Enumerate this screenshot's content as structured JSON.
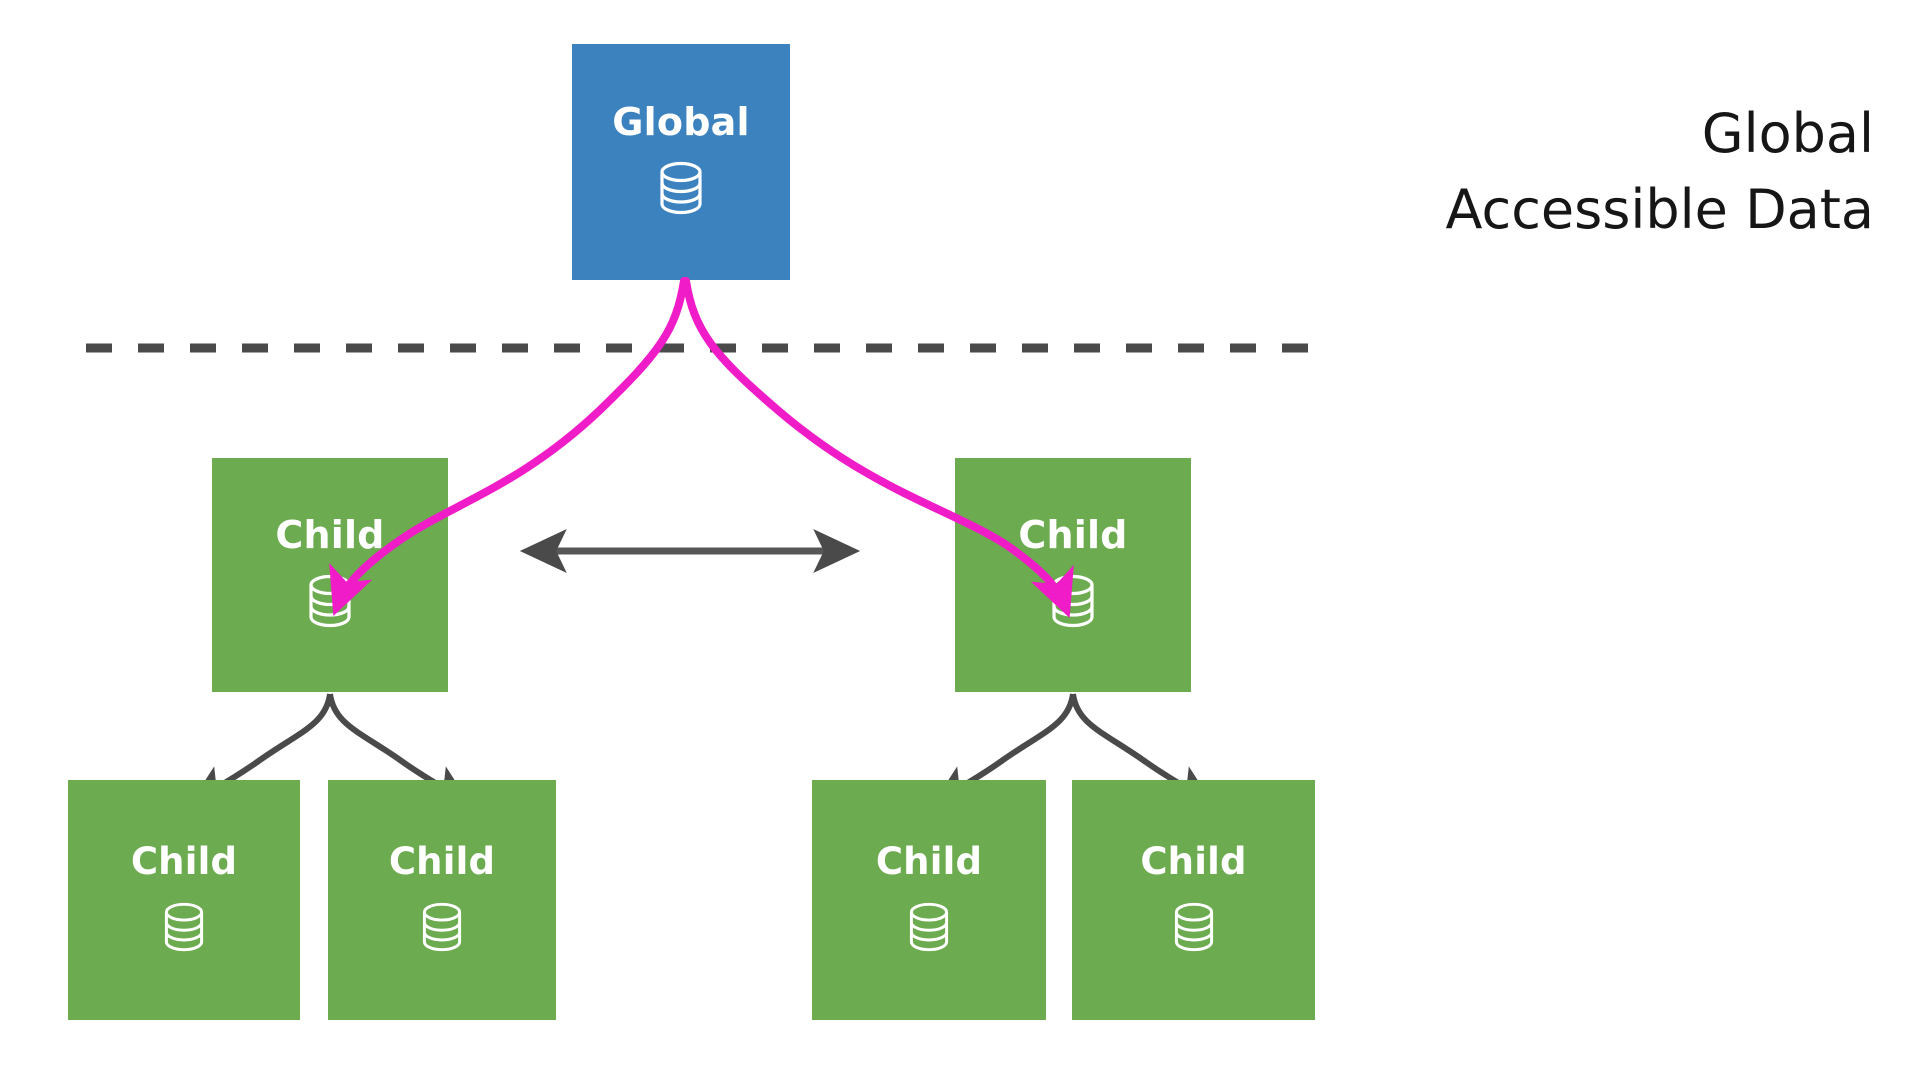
{
  "diagram": {
    "title": "Global Accessible Data hierarchy",
    "background_color": "#ffffff"
  },
  "colors": {
    "global_node": "#3c82bf",
    "child_node": "#6cab4f",
    "node_text": "#ffffff",
    "flow_arrow": "#f01cc8",
    "link_arrow": "#4a4a4a",
    "boundary_line": "#4a4a4a",
    "caption_text": "#161616"
  },
  "nodes": {
    "global": {
      "label": "Global",
      "icon": "database-icon"
    },
    "children_mid": [
      {
        "label": "Child",
        "icon": "database-icon"
      },
      {
        "label": "Child",
        "icon": "database-icon"
      }
    ],
    "children_leaf": [
      {
        "label": "Child",
        "icon": "database-icon"
      },
      {
        "label": "Child",
        "icon": "database-icon"
      },
      {
        "label": "Child",
        "icon": "database-icon"
      },
      {
        "label": "Child",
        "icon": "database-icon"
      }
    ]
  },
  "caption": {
    "line1": "Global",
    "line2": "Accessible Data",
    "text": "Global\nAccessible Data"
  },
  "connectors": {
    "boundary": {
      "name": "dashed-boundary-line",
      "style": "dashed"
    },
    "global_to_children": {
      "name": "global-data-flow-arrow",
      "style": "curved",
      "arrowhead": "filled-triangle",
      "count": 2
    },
    "peer_link": {
      "name": "peer-sync-arrow",
      "style": "bidirectional",
      "arrowhead": "filled-triangle-both-ends"
    },
    "parent_to_leaf": {
      "name": "parent-child-arrow",
      "style": "curved",
      "arrowhead": "filled-triangle",
      "count": 4
    }
  }
}
